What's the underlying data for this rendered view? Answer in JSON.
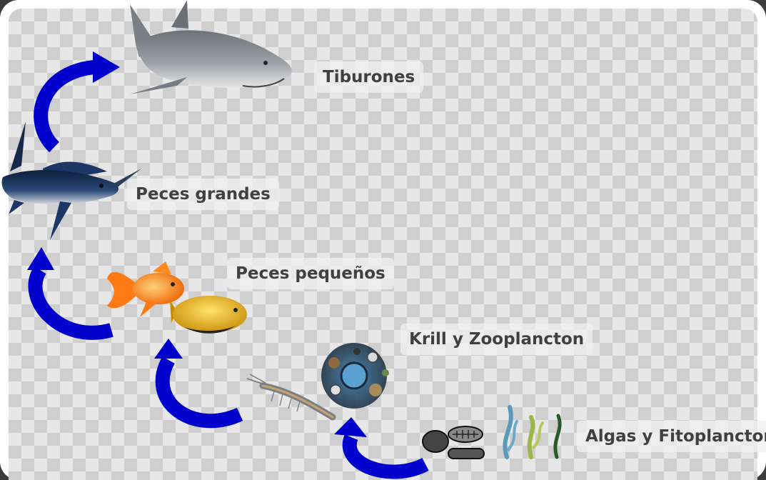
{
  "diagram": {
    "levels": [
      {
        "id": "tiburones",
        "label": "Tiburones"
      },
      {
        "id": "peces-grandes",
        "label": "Peces grandes"
      },
      {
        "id": "peces-pequenos",
        "label": "Peces pequeños"
      },
      {
        "id": "krill",
        "label": "Krill y Zooplancton"
      },
      {
        "id": "algas",
        "label": "Algas y Fitoplancton"
      }
    ],
    "arrow_color": "#0000cc"
  }
}
